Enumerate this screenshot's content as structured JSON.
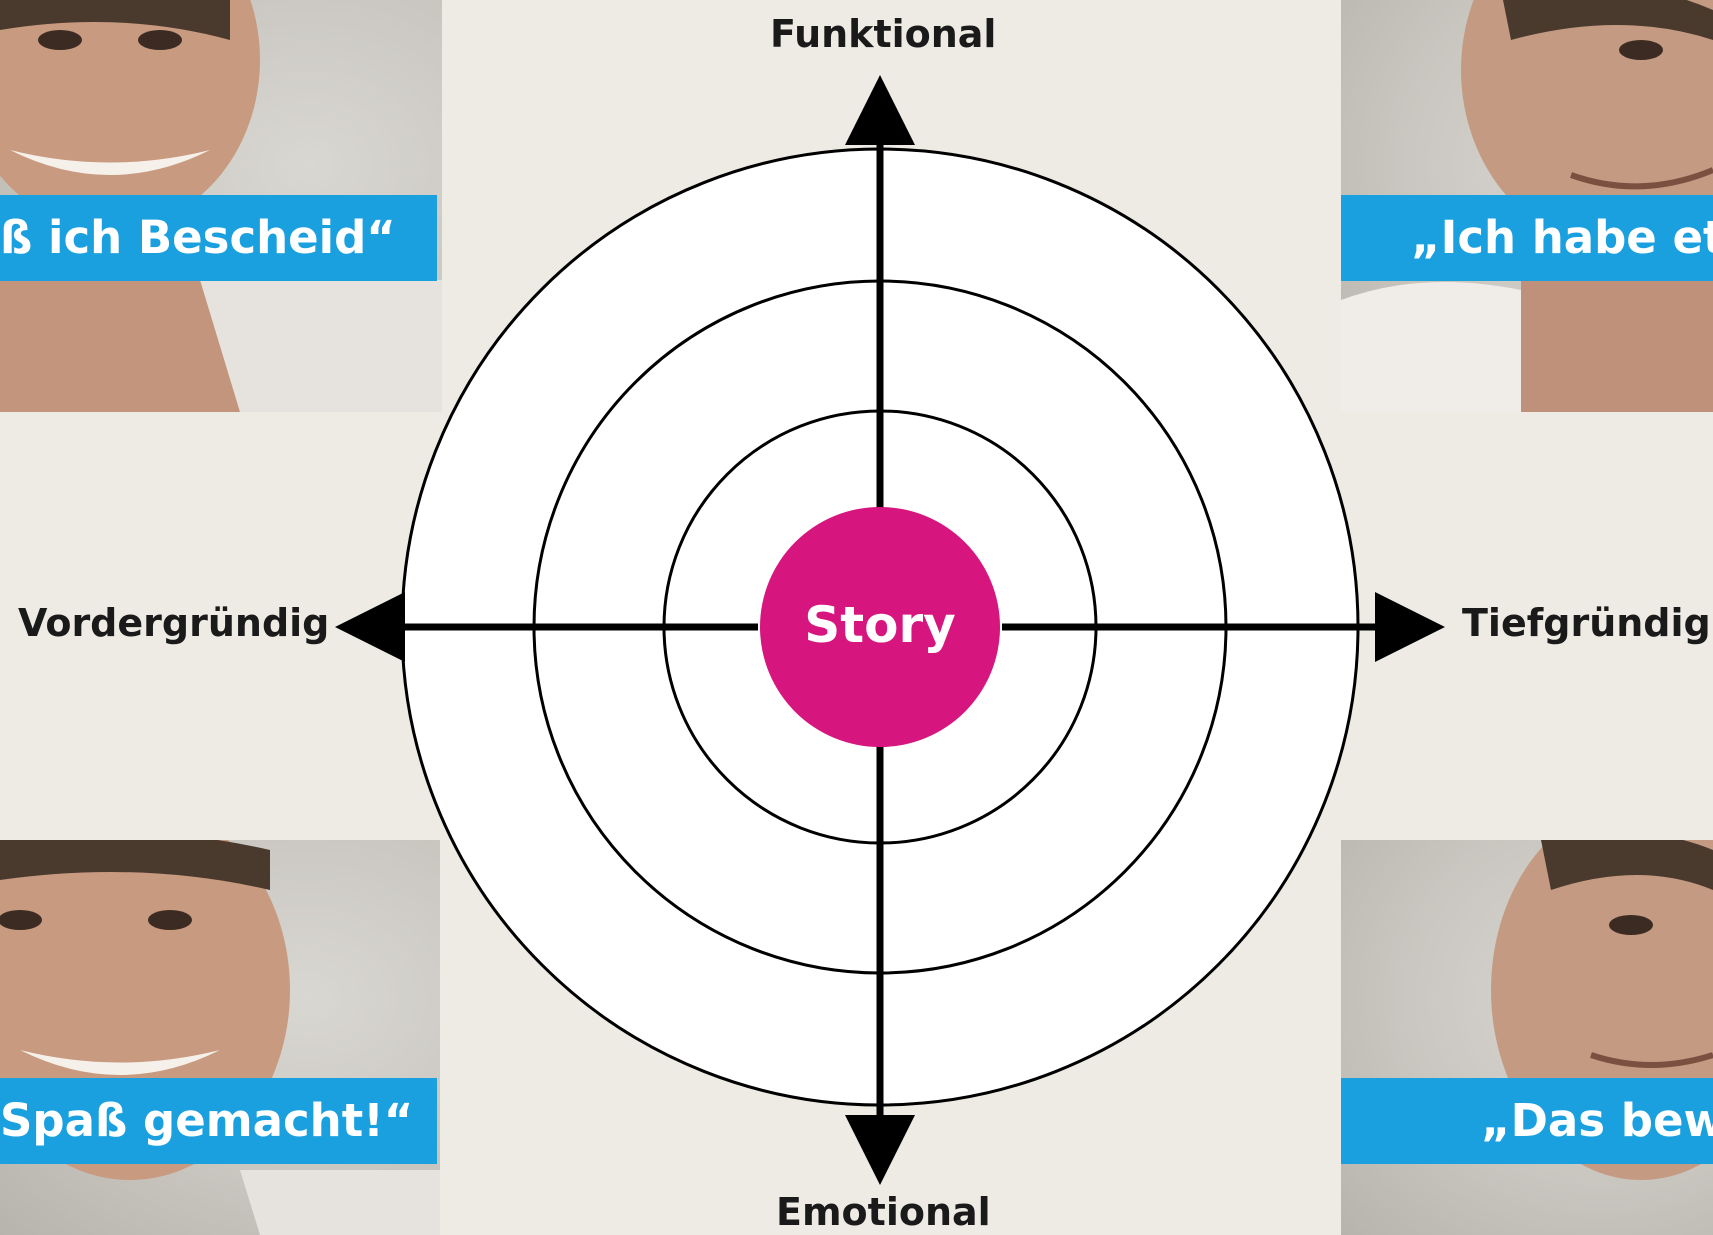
{
  "axes": {
    "top": "Funktional",
    "bottom": "Emotional",
    "left": "Vordergründig",
    "right": "Tiefgründig"
  },
  "center_label": "Story",
  "colors": {
    "background": "#edebe3",
    "caption_bg": "#1ba0df",
    "center": "#d6157f",
    "rings": "#ffffff",
    "lines": "#000000"
  },
  "captions": {
    "top_left": "ß ich Bescheid“",
    "top_right": "„Ich habe et",
    "bottom_left": "Spaß gemacht!“",
    "bottom_right": "„Das bew"
  }
}
